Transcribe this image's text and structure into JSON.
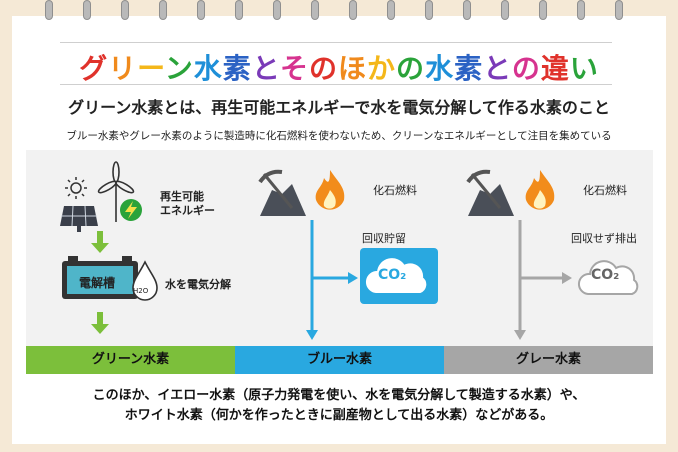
{
  "title": {
    "chars": [
      "グ",
      "リ",
      "ー",
      "ン",
      "水",
      "素",
      "と",
      "そ",
      "の",
      "ほ",
      "か",
      "の",
      "水",
      "素",
      "と",
      "の",
      "違",
      "い"
    ],
    "colors": [
      "#e0322b",
      "#f08a1c",
      "#f4b71a",
      "#2aa33a",
      "#1e8fd8",
      "#2b62c4",
      "#7a3ab8",
      "#d6338f",
      "#e0322b",
      "#f08a1c",
      "#f4b71a",
      "#2aa33a",
      "#1e8fd8",
      "#2b62c4",
      "#7a3ab8",
      "#d6338f",
      "#e0322b",
      "#2aa33a"
    ]
  },
  "headline": "グリーン水素とは、再生可能エネルギーで水を電気分解して作る水素のこと",
  "subheadline": "ブルー水素やグレー水素のように製造時に化石燃料を使わないため、クリーンなエネルギーとして注目を集めている",
  "green": {
    "energy_line1": "再生可能",
    "energy_line2": "エネルギー",
    "tank_label": "電解槽",
    "water_label": "H2O",
    "process": "水を電気分解",
    "label": "グリーン水素",
    "color": "#7cbf3b"
  },
  "blue": {
    "fuel": "化石燃料",
    "co2_action": "回収貯留",
    "co2": "CO₂",
    "label": "ブルー水素",
    "color": "#29a8e0"
  },
  "gray": {
    "fuel": "化石燃料",
    "co2_action": "回収せず排出",
    "co2": "CO₂",
    "label": "グレー水素",
    "color": "#a6a6a6"
  },
  "footer": {
    "line1": "このほか、イエロー水素（原子力発電を使い、水を電気分解して製造する水素）や、",
    "line2": "ホワイト水素（何かを作ったときに副産物として出る水素）などがある。"
  }
}
